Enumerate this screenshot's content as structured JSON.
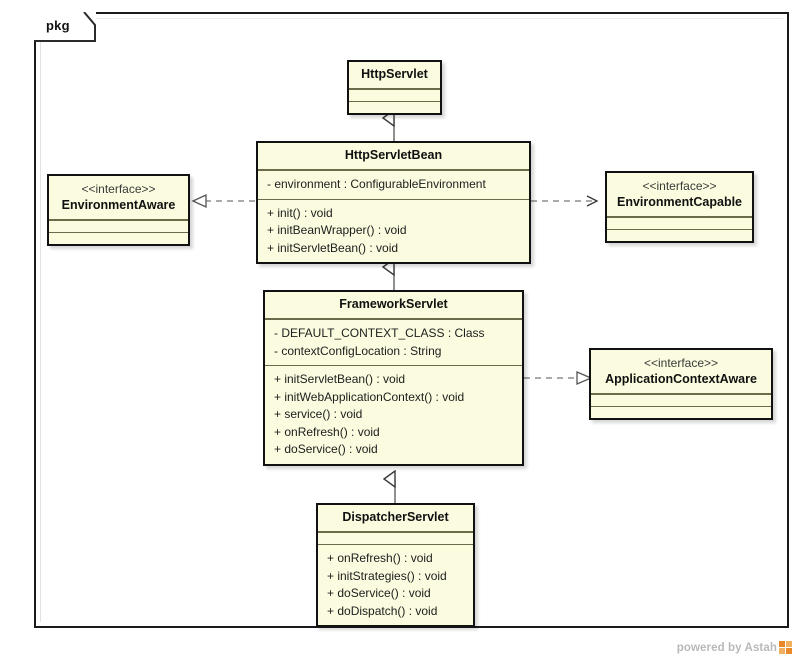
{
  "diagram": {
    "type": "uml-class-diagram",
    "frame_label": "pkg",
    "watermark": "powered by Astah",
    "watermark_logo_icon": "astah-logo-icon",
    "colors": {
      "class_fill": "#FBFBDF",
      "class_border": "#111111",
      "compartment_divider": "#6B6B4A",
      "connector": "#555555",
      "frame_border": "#1A1A1A",
      "watermark_text": "#B9B9B9",
      "watermark_logo": "#E8882A"
    }
  },
  "classes": [
    {
      "id": "http-servlet",
      "name": "HttpServlet",
      "stereotype": "",
      "attributes": [],
      "operations": []
    },
    {
      "id": "http-servlet-bean",
      "name": "HttpServletBean",
      "stereotype": "",
      "attributes": [
        "- environment : ConfigurableEnvironment"
      ],
      "operations": [
        "+ init() : void",
        "+ initBeanWrapper() : void",
        "+ initServletBean() : void"
      ]
    },
    {
      "id": "framework-servlet",
      "name": "FrameworkServlet",
      "stereotype": "",
      "attributes": [
        "- DEFAULT_CONTEXT_CLASS : Class",
        "- contextConfigLocation : String"
      ],
      "operations": [
        "+ initServletBean() : void",
        "+ initWebApplicationContext() : void",
        "+ service() : void",
        "+ onRefresh() : void",
        "+ doService() : void"
      ]
    },
    {
      "id": "dispatcher-servlet",
      "name": "DispatcherServlet",
      "stereotype": "",
      "attributes": [],
      "operations": [
        "+ onRefresh() : void",
        "+ initStrategies() : void",
        "+ doService() : void",
        "+ doDispatch() : void"
      ]
    }
  ],
  "interfaces": [
    {
      "id": "environment-aware",
      "stereotype": "<<interface>>",
      "name": "EnvironmentAware",
      "attributes": [],
      "operations": []
    },
    {
      "id": "environment-capable",
      "stereotype": "<<interface>>",
      "name": "EnvironmentCapable",
      "attributes": [],
      "operations": []
    },
    {
      "id": "application-context-aware",
      "stereotype": "<<interface>>",
      "name": "ApplicationContextAware",
      "attributes": [],
      "operations": []
    }
  ],
  "relationships": [
    {
      "id": "gen-bean-servlet",
      "from": "HttpServletBean",
      "to": "HttpServlet",
      "kind": "generalization"
    },
    {
      "id": "gen-framework-bean",
      "from": "FrameworkServlet",
      "to": "HttpServletBean",
      "kind": "generalization"
    },
    {
      "id": "gen-dispatcher-framework",
      "from": "DispatcherServlet",
      "to": "FrameworkServlet",
      "kind": "generalization"
    },
    {
      "id": "real-bean-envaware",
      "from": "HttpServletBean",
      "to": "EnvironmentAware",
      "kind": "realization"
    },
    {
      "id": "real-bean-envcapable",
      "from": "HttpServletBean",
      "to": "EnvironmentCapable",
      "kind": "realization"
    },
    {
      "id": "real-framework-appctx",
      "from": "FrameworkServlet",
      "to": "ApplicationContextAware",
      "kind": "realization"
    }
  ]
}
